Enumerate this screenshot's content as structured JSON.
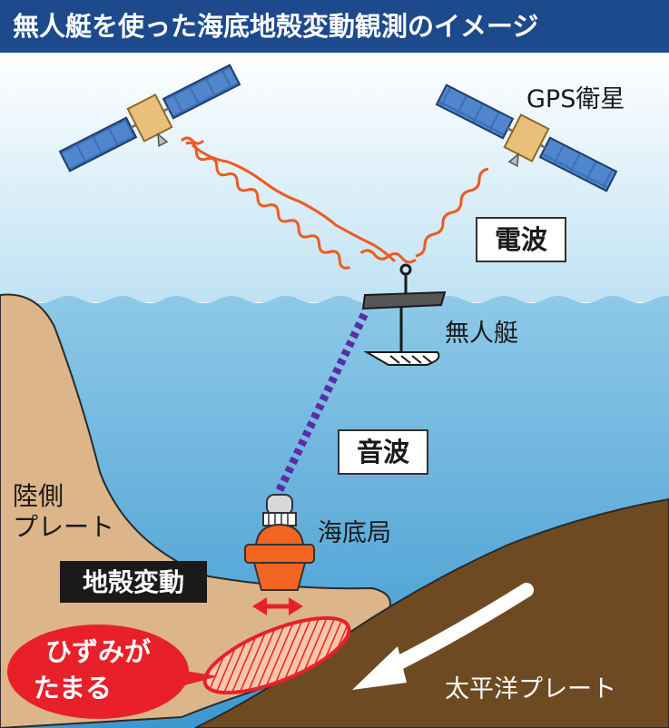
{
  "title": "無人艇を使った海底地殻変動観測のイメージ",
  "labels": {
    "gps_satellite": "GPS衛星",
    "radio_wave": "電波",
    "unmanned_boat": "無人艇",
    "sound_wave": "音波",
    "seafloor_station": "海底局",
    "land_plate_line1": "陸側",
    "land_plate_line2": "プレート",
    "crustal_deformation": "地殻変動",
    "strain_line1": "ひずみが",
    "strain_line2": "たまる",
    "pacific_plate": "太平洋プレート"
  },
  "colors": {
    "title_bar": "#1c4a8c",
    "sky_top": "#ffffff",
    "sky_bottom": "#bfe2f3",
    "sea_top": "#8ec9e8",
    "sea_bottom": "#3d98cf",
    "land_plate": "#dcb68a",
    "pacific_plate": "#6e4a22",
    "radio_wave": "#f05a1e",
    "sound_wave": "#5a2ea6",
    "station": "#f26522",
    "strain": "#e8202a",
    "arrow": "#ffffff"
  }
}
